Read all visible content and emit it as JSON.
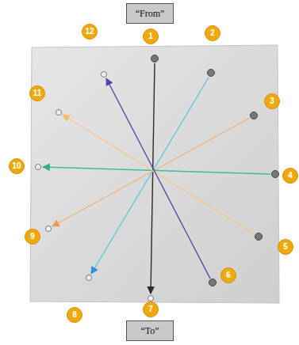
{
  "diagram": {
    "nodes": [
      {
        "text": [
          "“From”"
        ]
      },
      {
        "text": [
          "“To”"
        ]
      }
    ],
    "labels": [
      "1",
      "2",
      "3",
      "4",
      "5",
      "6",
      "7",
      "8",
      "9",
      "10",
      "11",
      "12"
    ]
  }
}
